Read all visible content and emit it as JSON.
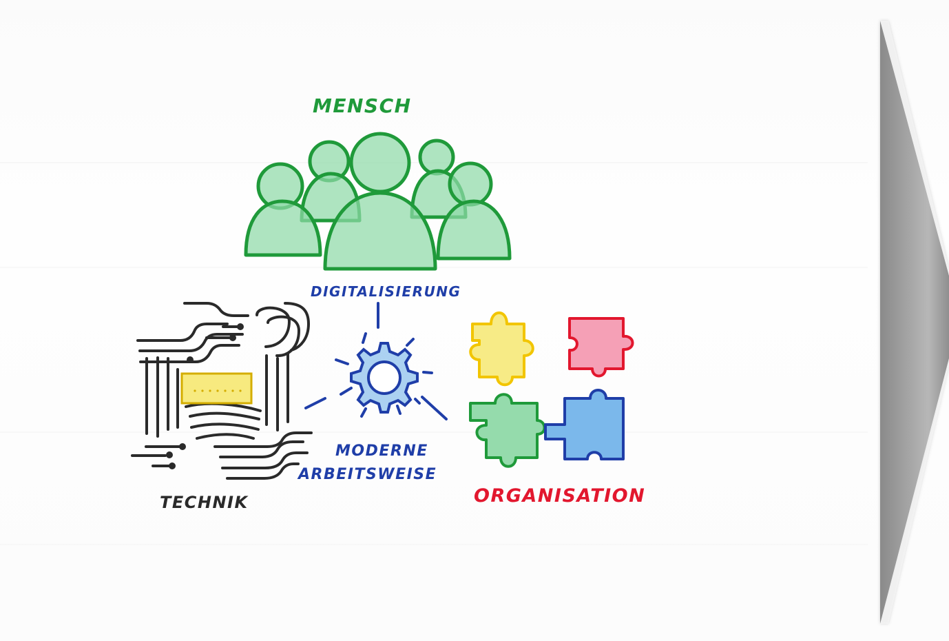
{
  "labels": {
    "mensch": "MENSCH",
    "digitalisierung": "DIGITALISIERUNG",
    "moderne": "MODERNE",
    "arbeitsweise": "ARBEITSWEISE",
    "technik": "TECHNIK",
    "organisation": "ORGANISATION"
  },
  "colors": {
    "green": "#1f9a3a",
    "green_fill": "#8fd9a8",
    "blue": "#1f3ea8",
    "blue_fill": "#74b4ea",
    "red": "#e2172e",
    "red_fill": "#f49bb2",
    "yellow": "#f2d43a",
    "yellow_fill": "#f7ea7f",
    "black": "#2a2a2a",
    "arrow_gray": "#9a9a9a"
  }
}
